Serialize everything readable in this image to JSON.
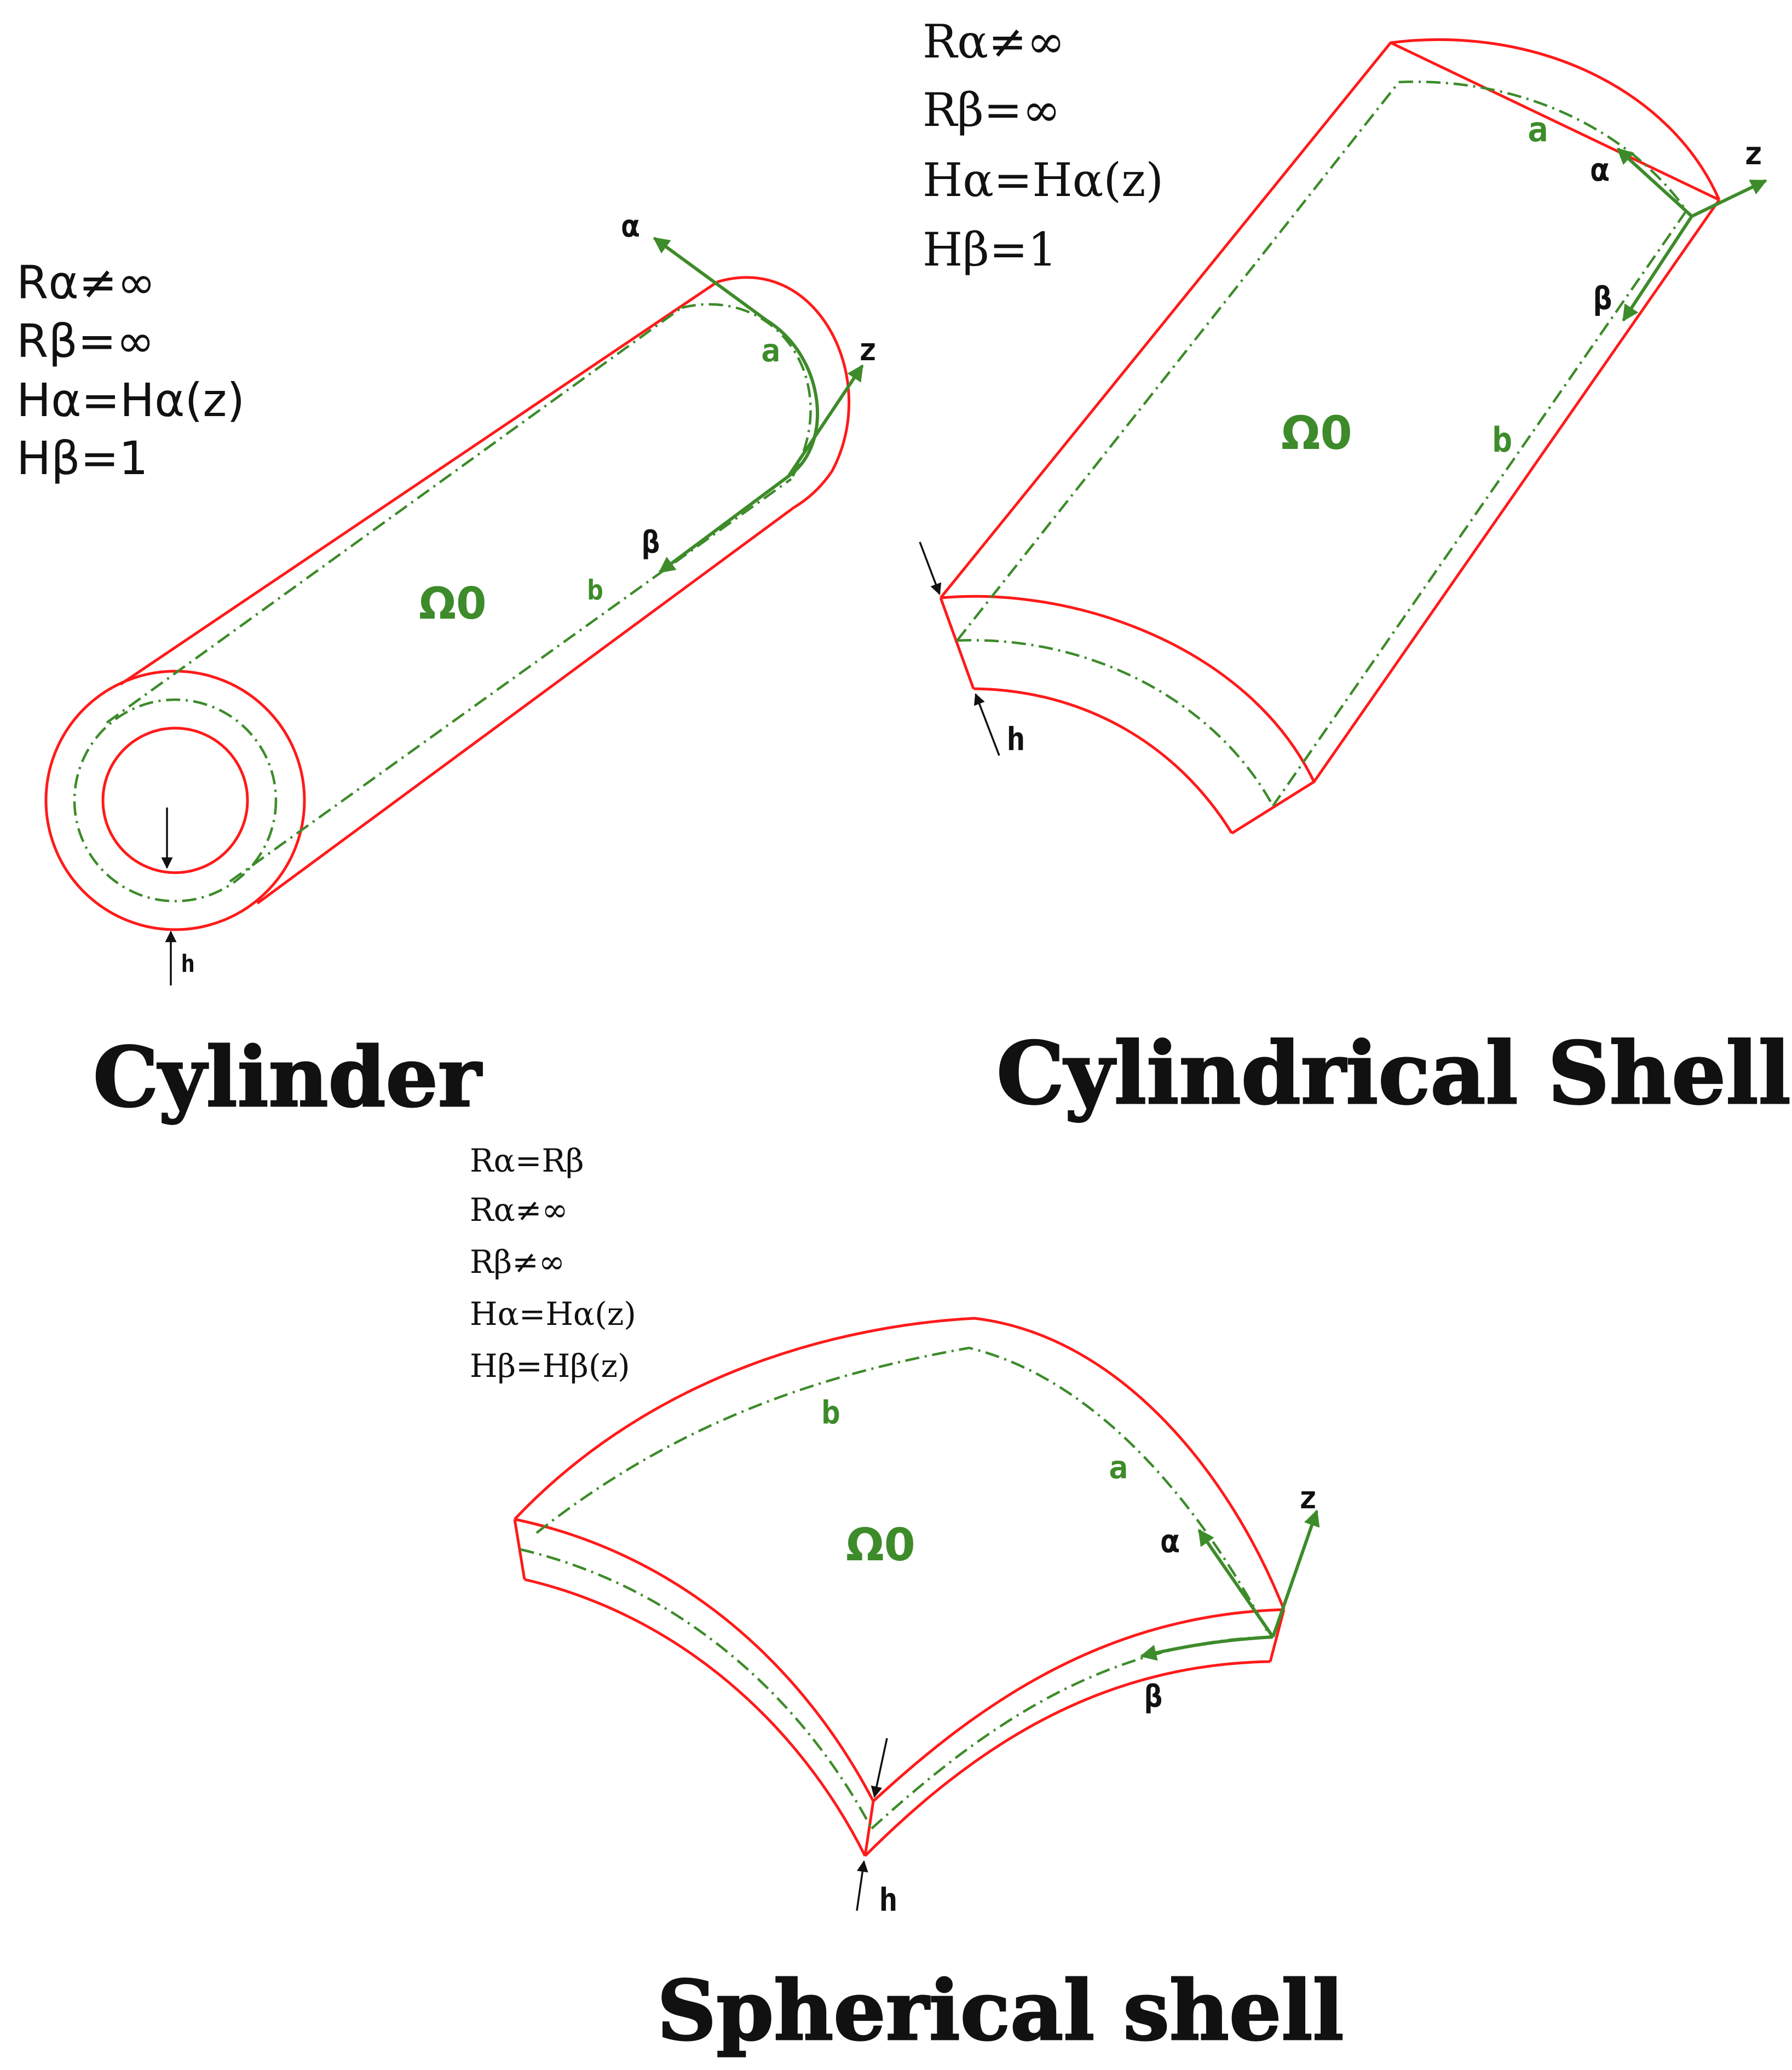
{
  "colors": {
    "boundary": "#ff1a1a",
    "mid_surface": "#3d8b2a",
    "label": "#111111"
  },
  "cylinder": {
    "title": "Cylinder",
    "eq1": "Rα≠∞",
    "eq2": "Rβ=∞",
    "eq3": "Hα=Hα(z)",
    "eq4": "Hβ=1",
    "alpha": "α",
    "beta": "β",
    "z": "z",
    "a": "a",
    "b": "b",
    "omega": "Ω0",
    "h": "h"
  },
  "cylindrical_shell": {
    "title": "Cylindrical Shell",
    "eq1": "Rα≠∞",
    "eq2": "Rβ=∞",
    "eq3": "Hα=Hα(z)",
    "eq4": "Hβ=1",
    "alpha": "α",
    "beta": "β",
    "z": "z",
    "a": "a",
    "b": "b",
    "omega": "Ω0",
    "h": "h"
  },
  "spherical_shell": {
    "title": "Spherical shell",
    "eq1": "Rα=Rβ",
    "eq2": "Rα≠∞",
    "eq3": "Rβ≠∞",
    "eq4": "Hα=Hα(z)",
    "eq5": "Hβ=Hβ(z)",
    "alpha": "α",
    "beta": "β",
    "z": "z",
    "a": "a",
    "b": "b",
    "omega": "Ω0",
    "h": "h"
  }
}
